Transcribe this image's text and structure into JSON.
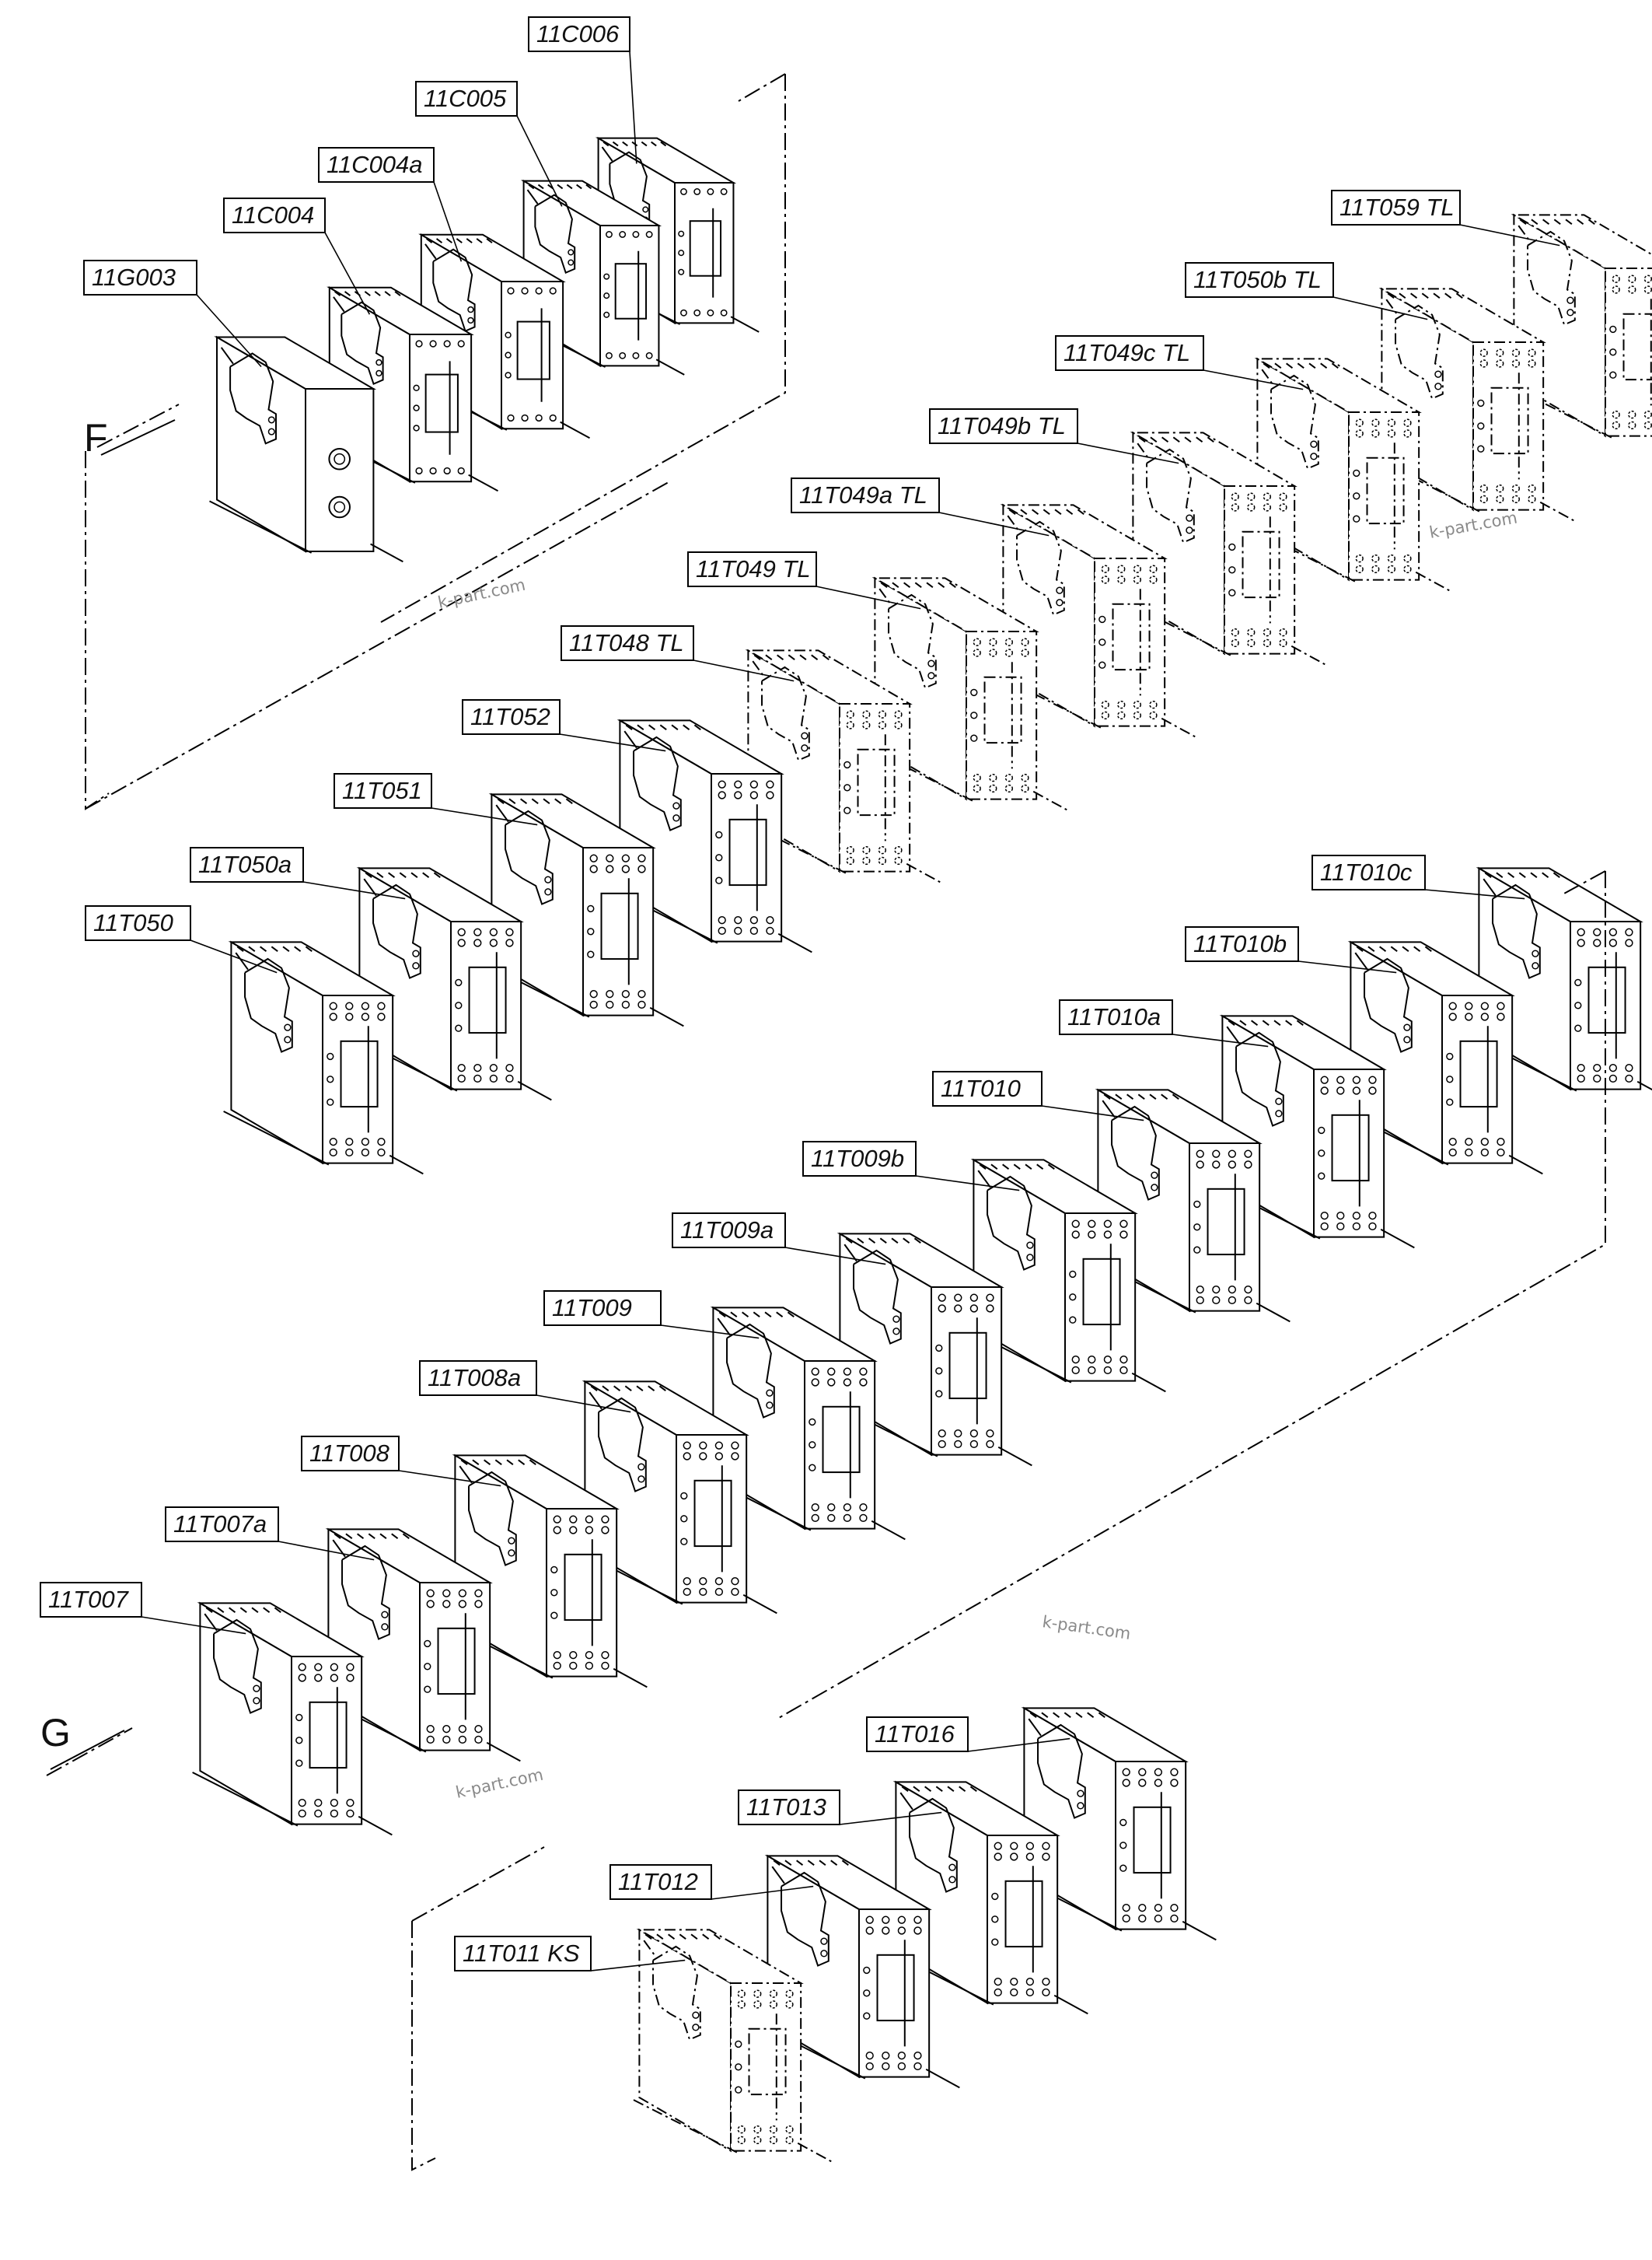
{
  "diagram": {
    "sections": [
      "F",
      "G"
    ],
    "watermark": "k-part.com",
    "labels": [
      "11C006",
      "11C005",
      "11C004a",
      "11C004",
      "11G003",
      "11T059 TL",
      "11T050b TL",
      "11T049c TL",
      "11T049b TL",
      "11T049a TL",
      "11T049 TL",
      "11T048 TL",
      "11T052",
      "11T051",
      "11T050a",
      "11T050",
      "11T010c",
      "11T010b",
      "11T010a",
      "11T010",
      "11T009b",
      "11T009a",
      "11T009",
      "11T008a",
      "11T008",
      "11T007a",
      "11T007",
      "11T016",
      "11T013",
      "11T012",
      "11T011 KS"
    ]
  }
}
